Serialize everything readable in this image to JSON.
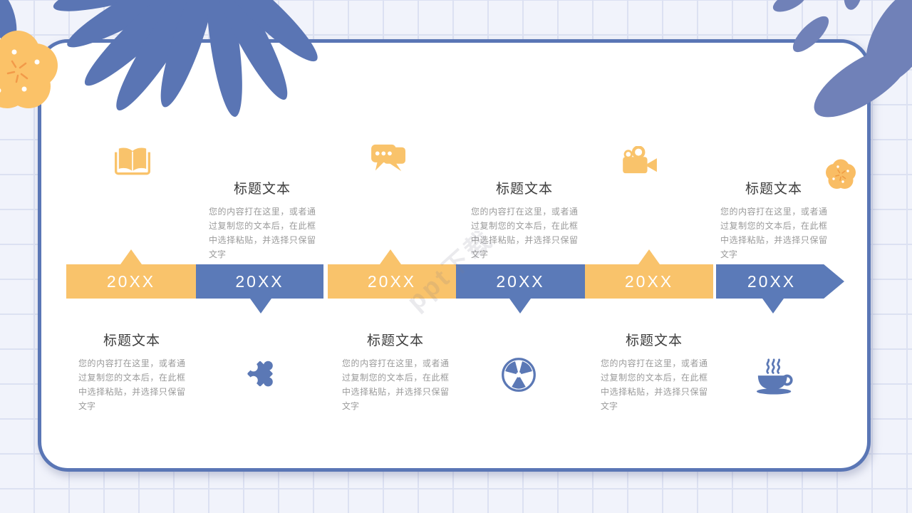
{
  "watermark": "ppt下载",
  "timeline": {
    "segments": [
      {
        "label": "20XX",
        "color": "#F9C36B",
        "marker": "up"
      },
      {
        "label": "20XX",
        "color": "#5B7AB8",
        "marker": "down"
      },
      {
        "label": "20XX",
        "color": "#F9C36B",
        "marker": "up"
      },
      {
        "label": "20XX",
        "color": "#5B7AB8",
        "marker": "down"
      },
      {
        "label": "20XX",
        "color": "#F9C36B",
        "marker": "up"
      },
      {
        "label": "20XX",
        "color": "#5B7AB8",
        "marker": "down",
        "shape": "arrow-end"
      }
    ]
  },
  "blocks_top": [
    {
      "title": "标题文本",
      "body": "您的内容打在这里，或者通过复制您的文本后，在此框中选择粘贴，并选择只保留文字"
    },
    {
      "title": "标题文本",
      "body": "您的内容打在这里，或者通过复制您的文本后，在此框中选择粘贴，并选择只保留文字"
    },
    {
      "title": "标题文本",
      "body": "您的内容打在这里，或者通过复制您的文本后，在此框中选择粘贴，并选择只保留文字"
    }
  ],
  "blocks_bottom": [
    {
      "title": "标题文本",
      "body": "您的内容打在这里，或者通过复制您的文本后，在此框中选择粘贴，并选择只保留文字"
    },
    {
      "title": "标题文本",
      "body": "您的内容打在这里，或者通过复制您的文本后，在此框中选择粘贴，并选择只保留文字"
    },
    {
      "title": "标题文本",
      "body": "您的内容打在这里，或者通过复制您的文本后，在此框中选择粘贴，并选择只保留文字"
    }
  ],
  "icons": {
    "top": [
      "open-book",
      "chat-bubbles",
      "video-camera",
      "plum-blossom"
    ],
    "bottom": [
      "puzzle-piece",
      "radiation-symbol",
      "coffee-cup"
    ]
  },
  "colors": {
    "orange": "#F9C36B",
    "blue": "#5B7AB8",
    "card_border": "#5A76B5",
    "leaf_blue_left": "#5A75B4",
    "leaf_blue_right": "#7081B8",
    "flower_orange": "#FBC268",
    "title_text": "#3D3D3D",
    "body_text": "#9A9A9A",
    "grid_line": "#DCE1F2",
    "background": "#F1F3FB"
  }
}
